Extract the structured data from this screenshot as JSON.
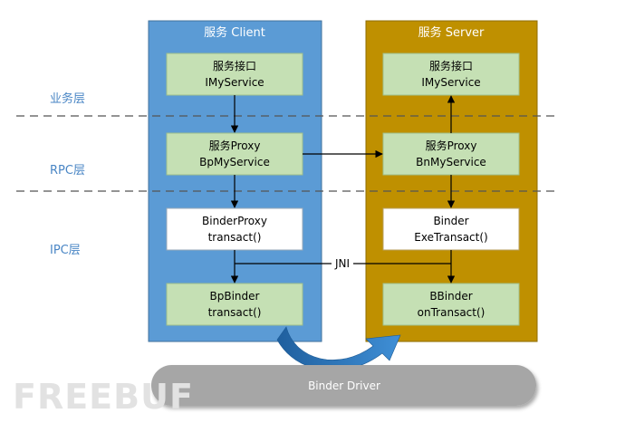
{
  "client": {
    "title": "服务 Client"
  },
  "server": {
    "title": "服务 Server"
  },
  "layers": {
    "business": "业务层",
    "rpc": "RPC层",
    "ipc": "IPC层"
  },
  "client_boxes": {
    "interface": {
      "line1": "服务接口",
      "line2": "IMyService"
    },
    "proxy": {
      "line1": "服务Proxy",
      "line2": "BpMyService"
    },
    "binder_proxy": {
      "line1": "BinderProxy",
      "line2": "transact()"
    },
    "bp_binder": {
      "line1": "BpBinder",
      "line2": "transact()"
    }
  },
  "server_boxes": {
    "interface": {
      "line1": "服务接口",
      "line2": "IMyService"
    },
    "proxy": {
      "line1": "服务Proxy",
      "line2": "BnMyService"
    },
    "binder": {
      "line1": "Binder",
      "line2": "ExeTransact()"
    },
    "bbinder": {
      "line1": "BBinder",
      "line2": "onTransact()"
    }
  },
  "jni_label": "JNI",
  "driver_label": "Binder Driver",
  "watermark": "FREEBUF",
  "colors": {
    "client_panel": "#5b9bd5",
    "server_panel": "#bf9000",
    "green_box": "#c5e0b4",
    "white_box": "#ffffff",
    "layer_label": "#4a86c5",
    "driver_pill": "#a6a6a6",
    "curve_arrow": "#2e75b6"
  }
}
